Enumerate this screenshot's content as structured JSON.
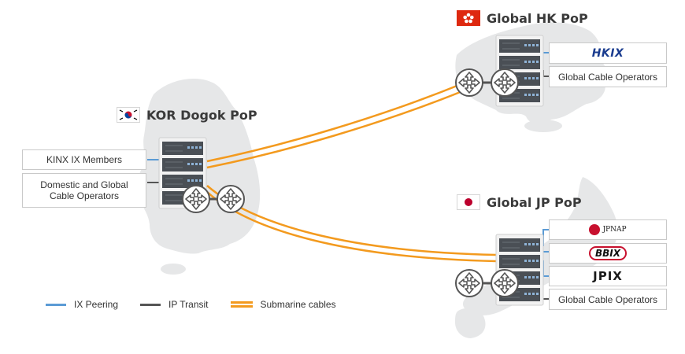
{
  "pops": {
    "kor": {
      "title": "KOR Dogok PoP",
      "flag": "south-korea-flag"
    },
    "hk": {
      "title": "Global HK PoP",
      "flag": "hong-kong-flag"
    },
    "jp": {
      "title": "Global JP PoP",
      "flag": "japan-flag"
    }
  },
  "kor_boxes": {
    "members": "KINX IX Members",
    "operators_line1": "Domestic and Global",
    "operators_line2": "Cable Operators"
  },
  "hk_boxes": {
    "logo_text": "HKIX",
    "operators": "Global Cable Operators"
  },
  "jp_boxes": {
    "jpnap_logo": "JPNAP",
    "bbix_logo": "BBIX",
    "jpix_logo": "JPIX",
    "operators": "Global Cable Operators"
  },
  "legend": {
    "ix_peering": "IX Peering",
    "ip_transit": "IP Transit",
    "submarine": "Submarine cables"
  },
  "colors": {
    "ix_peering": "#5b9bd5",
    "ip_transit": "#555555",
    "submarine": "#f39a1e",
    "map": "#e6e7e8",
    "server": "#4a4f55"
  }
}
